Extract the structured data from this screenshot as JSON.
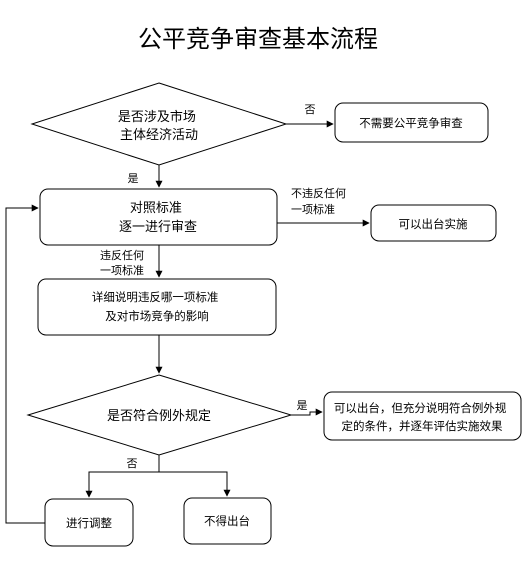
{
  "title": "公平竞争审查基本流程",
  "nodes": {
    "decision_market": {
      "lines": [
        "是否涉及市场",
        "主体经济活动"
      ]
    },
    "no_review": {
      "lines": [
        "不需要公平竞争审查"
      ]
    },
    "review_standards": {
      "lines": [
        "对照标准",
        "逐一进行审查"
      ]
    },
    "can_issue": {
      "lines": [
        "可以出台实施"
      ]
    },
    "explain_violation": {
      "lines": [
        "详细说明违反哪一项标准",
        "及对市场竞争的影响"
      ]
    },
    "decision_exception": {
      "lines": [
        "是否符合例外规定"
      ]
    },
    "exception_issue": {
      "lines": [
        "可以出台，但充分说明符合例外规",
        "定的条件，并逐年评估实施效果"
      ]
    },
    "adjust": {
      "lines": [
        "进行调整"
      ]
    },
    "not_issue": {
      "lines": [
        "不得出台"
      ]
    }
  },
  "edge_labels": {
    "market_no": "否",
    "market_yes": "是",
    "no_violation": [
      "不违反任何",
      "一项标准"
    ],
    "violation": [
      "违反任何",
      "一项标准"
    ],
    "exception_yes": "是",
    "exception_no": "否"
  }
}
